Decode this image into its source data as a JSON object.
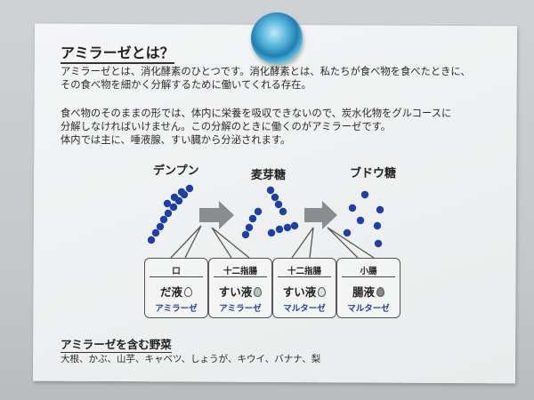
{
  "title": "アミラーゼとは？",
  "paragraph1": [
    "アミラーゼとは、消化酵素のひとつです。消化酵素とは、私たちが食べ物を食べたときに、",
    "その食べ物を細かく分解するために働いてくれる存在。"
  ],
  "paragraph2": [
    "食べ物のそのままの形では、体内に栄養を吸収できないので、炭水化物をグルコースに",
    "分解しなければいけません。この分解のときに働くのがアミラーゼです。",
    "体内では主に、唾液腺、すい臓から分泌されます。"
  ],
  "diagram": {
    "stages": [
      "デンプン",
      "麦芽糖",
      "ブドウ糖"
    ],
    "boxes": [
      {
        "organ": "口",
        "juice": "だ液",
        "enzyme": "アミラーゼ"
      },
      {
        "organ": "十二指腸",
        "juice": "すい液",
        "enzyme": "アミラーゼ"
      },
      {
        "organ": "十二指腸",
        "juice": "すい液",
        "enzyme": "マルターゼ"
      },
      {
        "organ": "小腸",
        "juice": "腸液",
        "enzyme": "マルターゼ"
      }
    ],
    "dot_color": "#1f3fa8"
  },
  "vegetables": {
    "title": "アミラーゼを含む野菜",
    "list": "大根、かぶ、山芋、キャベツ、しょうが、キウイ、バナナ、梨"
  }
}
